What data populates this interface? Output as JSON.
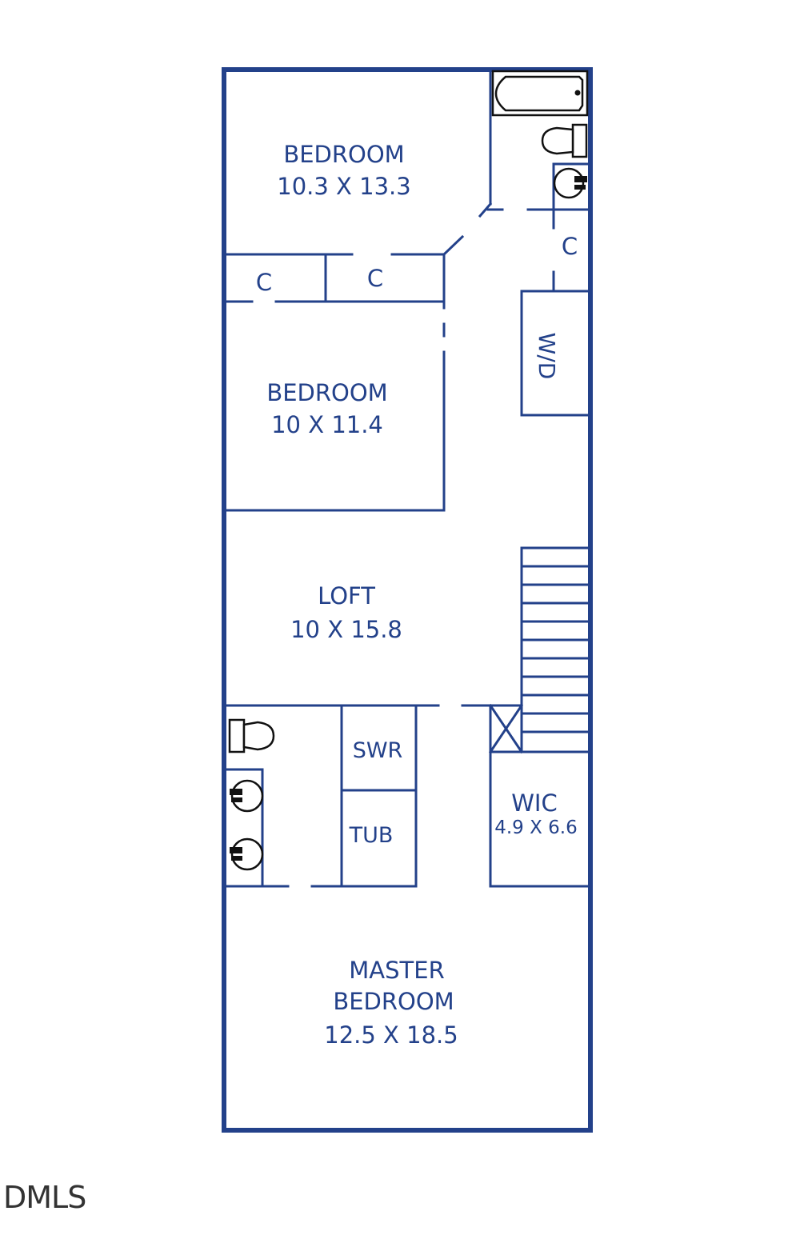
{
  "rooms": {
    "bedroom_top": {
      "name": "BEDROOM",
      "size": "10.3 X 13.3"
    },
    "bedroom_mid": {
      "name": "BEDROOM",
      "size": "10 X 11.4"
    },
    "loft": {
      "name": "LOFT",
      "size": "10 X 15.8"
    },
    "wic": {
      "name": "WIC",
      "size": "4.9 X 6.6"
    },
    "master": {
      "name_line1": "MASTER",
      "name_line2": "BEDROOM",
      "size": "12.5 X 18.5"
    }
  },
  "labels": {
    "closet_a": "C",
    "closet_b": "C",
    "closet_c": "C",
    "washer_dryer": "W/D",
    "shower": "SWR",
    "tub": "TUB"
  },
  "watermark": "DMLS",
  "colors": {
    "wall": "#23418a",
    "fixture": "#111111",
    "background": "#ffffff"
  }
}
